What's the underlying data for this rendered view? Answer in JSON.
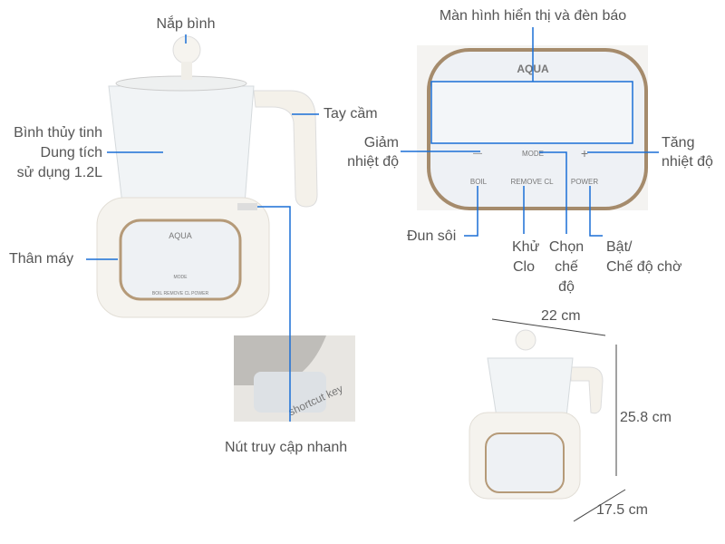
{
  "brand": "AQUA",
  "colors": {
    "callout_line": "#1a6fd6",
    "text": "#555555",
    "trim": "#b59a78"
  },
  "labels": {
    "lid": "Nắp bình",
    "glass_jug": [
      "Bình thủy tinh",
      "Dung tích",
      "sử dụng 1.2L"
    ],
    "handle": "Tay cầm",
    "body": "Thân máy",
    "shortcut_key": "Nút truy cập nhanh",
    "display": "Màn hình hiển thị và đèn báo",
    "decrease_temp": [
      "Giảm",
      "nhiệt độ"
    ],
    "increase_temp": [
      "Tăng",
      "nhiệt độ"
    ],
    "boil": "Đun sôi",
    "remove_chlorine": [
      "Khử",
      "Clo"
    ],
    "mode_select": [
      "Chọn",
      "chế",
      "độ"
    ],
    "power": [
      "Bật/",
      "Chế độ chờ"
    ]
  },
  "panel_buttons": {
    "minus": "—",
    "mode": "MODE",
    "plus": "+",
    "boil": "BOIL",
    "remove_cl": "REMOVE CL",
    "power": "POWER"
  },
  "shortcut_photo_text": "shortcut key",
  "dimensions": {
    "width": "22 cm",
    "height": "25.8 cm",
    "depth": "17.5 cm"
  }
}
